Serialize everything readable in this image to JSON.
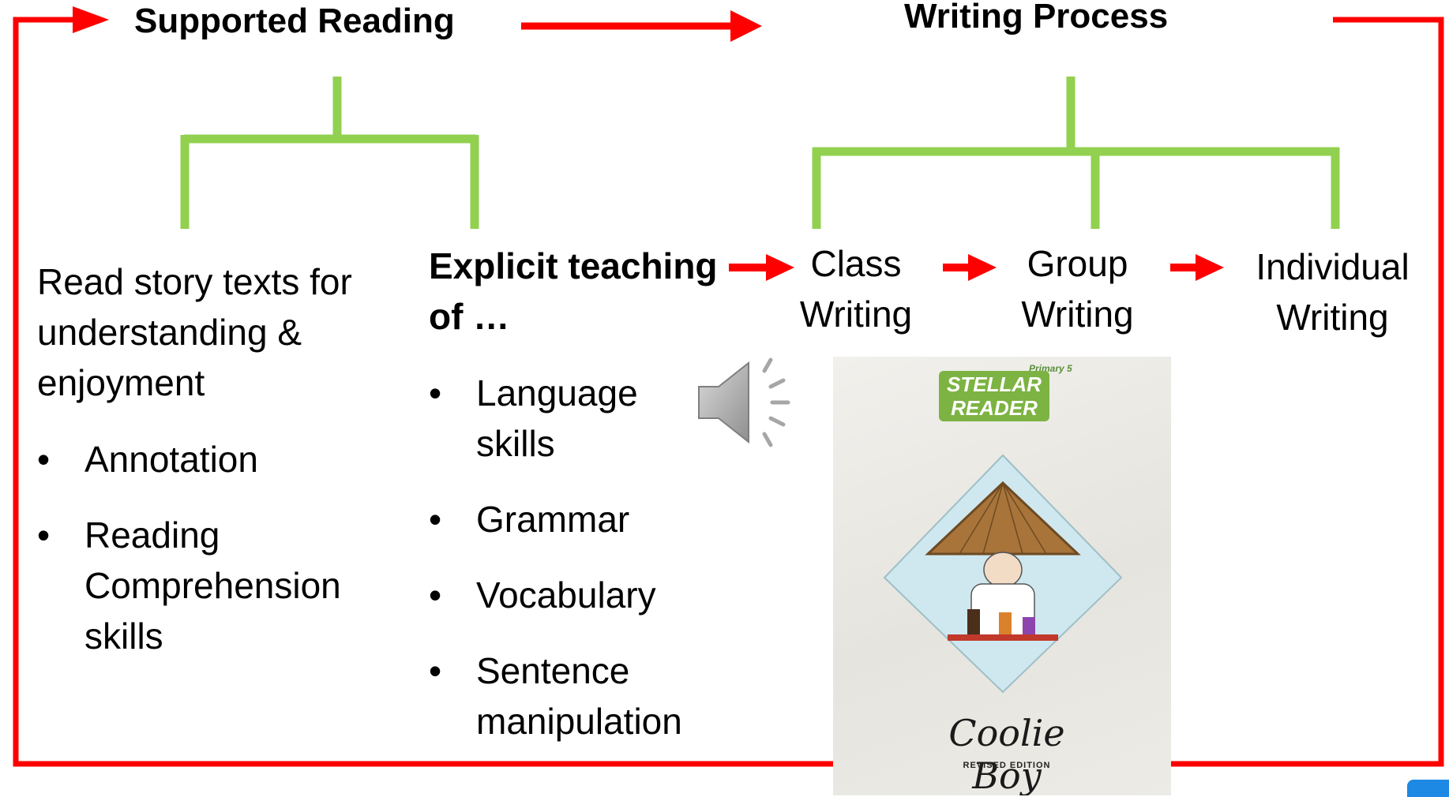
{
  "titles": {
    "supported_reading": "Supported Reading",
    "writing_process": "Writing Process"
  },
  "reading": {
    "intro": [
      "Read story texts for",
      "understanding &",
      "enjoyment"
    ],
    "bullets": [
      {
        "lines": [
          "Annotation"
        ]
      },
      {
        "lines": [
          "Reading",
          "Comprehension",
          "skills"
        ]
      }
    ]
  },
  "teaching": {
    "heading": [
      "Explicit teaching",
      "of …"
    ],
    "bullets": [
      {
        "lines": [
          "Language",
          "skills"
        ]
      },
      {
        "lines": [
          "Grammar"
        ]
      },
      {
        "lines": [
          "Vocabulary"
        ]
      },
      {
        "lines": [
          "Sentence",
          "manipulation"
        ]
      }
    ]
  },
  "stages": [
    {
      "lines": [
        "Class",
        "Writing"
      ]
    },
    {
      "lines": [
        "Group",
        "Writing"
      ]
    },
    {
      "lines": [
        "Individual",
        "Writing"
      ]
    }
  ],
  "book": {
    "primary": "Primary 5",
    "series": [
      "STELLAR",
      "READER"
    ],
    "title": "Coolie Boy",
    "edition": "REVISED EDITION"
  },
  "bullet_glyph": "•",
  "icons": {
    "audio": "speaker-icon"
  },
  "colors": {
    "arrow": "#ff0000",
    "bracket": "#92d050",
    "series_badge": "#7cb342"
  }
}
